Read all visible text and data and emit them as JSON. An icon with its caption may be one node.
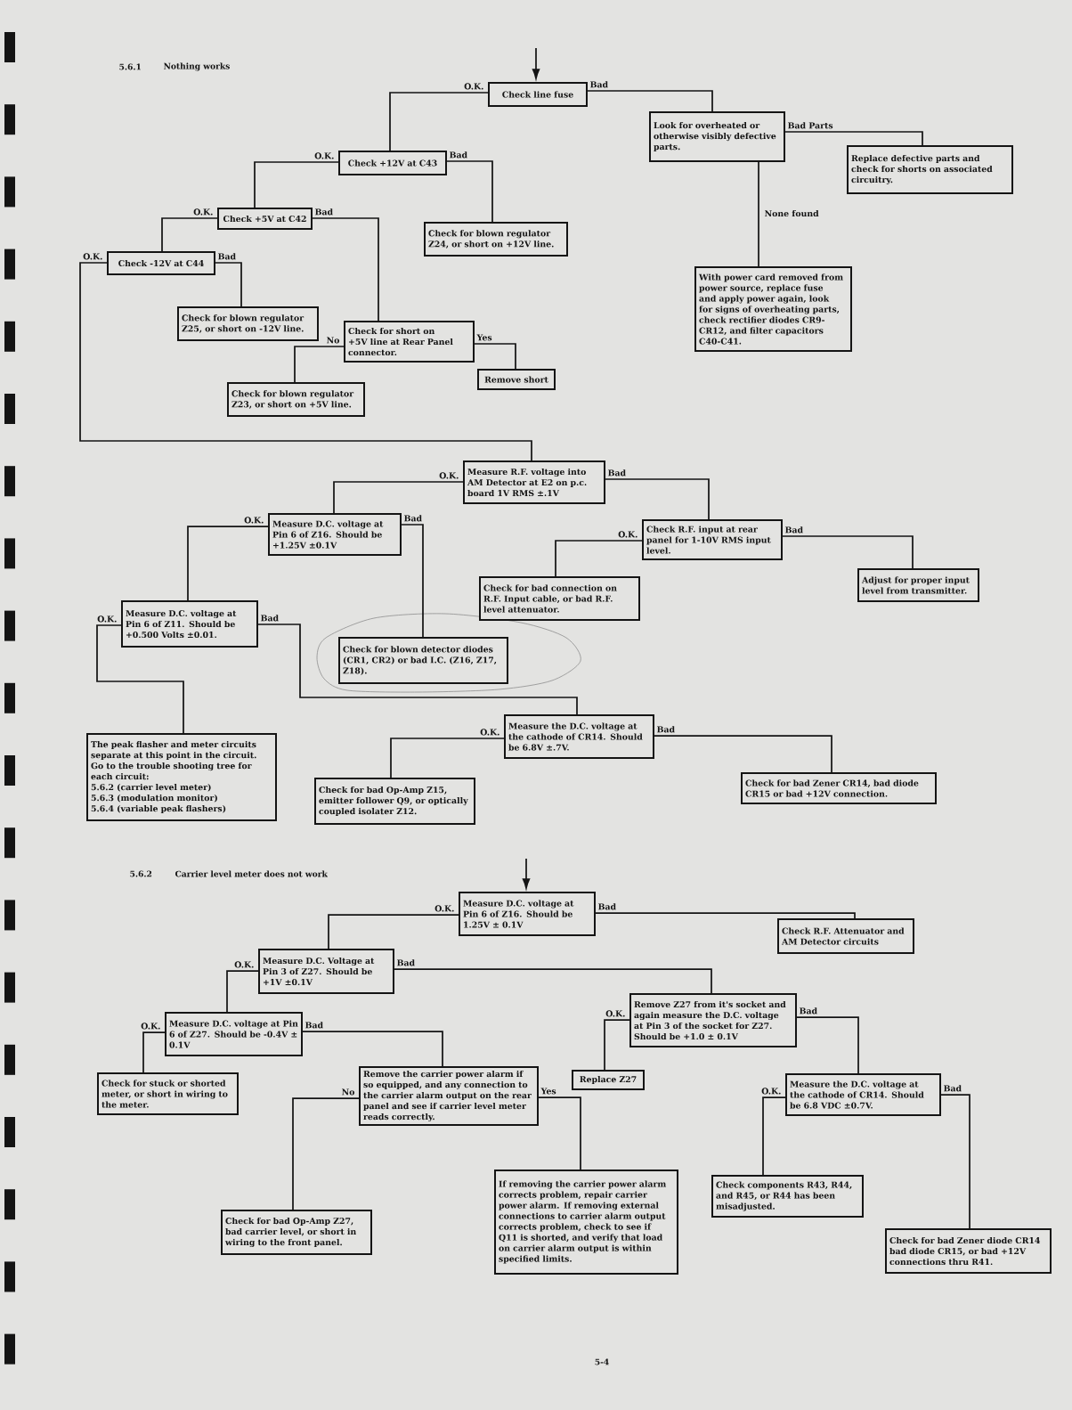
{
  "diagram": {
    "nodes": [
      {
        "text": [
          "Check line fuse"
        ]
      },
      {
        "text": [
          "Check +12V at C43"
        ]
      },
      {
        "text": [
          "Check +5V at C42"
        ]
      },
      {
        "text": [
          "Check -12V at C44"
        ]
      },
      {
        "text": [
          "Check for blown regulator Z25, or short on -12V line."
        ]
      },
      {
        "text": [
          "Check for short on +5V line at Rear Panel connector."
        ]
      },
      {
        "text": [
          "Check for blown regulator Z23, or short on +5V line."
        ]
      },
      {
        "text": [
          "Remove short"
        ]
      },
      {
        "text": [
          "Check for blown regulator Z24, or short on +12V line."
        ]
      },
      {
        "text": [
          "Look for overheated or otherwise visibly defective parts."
        ]
      },
      {
        "text": [
          "Replace defective parts and check for shorts on associated circuitry."
        ]
      },
      {
        "text": [
          "With power card removed from power source, replace fuse and apply power again, look for signs of overheating parts, check rectifier diodes CR9-CR12, and filter capacitors C40-C41."
        ]
      },
      {
        "text": [
          "Measure R.F. voltage into AM Detector at E2 on p.c. board 1V RMS ±.1V"
        ]
      },
      {
        "text": [
          "Measure D.C. voltage at Pin 6 of Z16. Should be +1.25V ±0.1V"
        ]
      },
      {
        "text": [
          "Measure D.C. voltage at Pin 6 of Z11. Should be +0.500 Volts ±0.01."
        ]
      },
      {
        "text": [
          "Check for blown detector diodes (CR1, CR2) or bad I.C. (Z16, Z17, Z18)."
        ]
      },
      {
        "text": [
          "The peak flasher and meter circuits separate at this point in the circuit. Go to the trouble shooting tree for each circuit:",
          "5.6.2 (carrier level meter)",
          "5.6.3 (modulation monitor)",
          "5.6.4 (variable peak flashers)"
        ]
      },
      {
        "text": [
          "Check R.F. input at rear panel for 1-10V RMS input level."
        ]
      },
      {
        "text": [
          "Check for bad connection on R.F. Input cable, or bad R.F. level attenuator."
        ]
      },
      {
        "text": [
          "Adjust for proper input level from transmitter."
        ]
      },
      {
        "text": [
          "Measure the D.C. voltage at the cathode of CR14. Should be 6.8V ±.7V."
        ]
      },
      {
        "text": [
          "Check for bad Op-Amp Z15, emitter follower Q9, or optically coupled isolater Z12."
        ]
      },
      {
        "text": [
          "Check for bad Zener CR14, bad diode CR15 or bad +12V connection."
        ]
      },
      {
        "text": [
          "Measure D.C. voltage at Pin 6 of Z16. Should be 1.25V ± 0.1V"
        ]
      },
      {
        "text": [
          "Check R.F. Attenuator and AM Detector circuits"
        ]
      },
      {
        "text": [
          "Measure D.C. Voltage at Pin 3 of Z27. Should be +1V ±0.1V"
        ]
      },
      {
        "text": [
          "Measure D.C. voltage at Pin 6 of Z27. Should be -0.4V ± 0.1V"
        ]
      },
      {
        "text": [
          "Check for stuck or shorted meter, or short in wiring to the meter."
        ]
      },
      {
        "text": [
          "Remove the carrier power alarm if so equipped, and any connection to the carrier alarm output on the rear panel and see if carrier level meter reads correctly."
        ]
      },
      {
        "text": [
          "Check for bad Op-Amp Z27, bad carrier level, or short in wiring to the front panel."
        ]
      },
      {
        "text": [
          "If removing the carrier power alarm corrects problem, repair carrier power alarm. If removing external connections to carrier alarm output corrects problem, check to see if Q11 is shorted, and verify that load on carrier alarm output is within specified limits."
        ]
      },
      {
        "text": [
          "Remove Z27 from it's socket and again measure the D.C. voltage at Pin 3 of the socket for Z27. Should be +1.0 ± 0.1V"
        ]
      },
      {
        "text": [
          "Replace Z27"
        ]
      },
      {
        "text": [
          "Measure the D.C. voltage at the cathode of CR14. Should be 6.8 VDC ±0.7V."
        ]
      },
      {
        "text": [
          "Check components R43, R44, and R45, or R44 has been misadjusted."
        ]
      },
      {
        "text": [
          "Check for bad Zener diode CR14 bad diode CR15, or bad +12V connections thru R41."
        ]
      }
    ],
    "edges": [
      {
        "from": null,
        "to": 0,
        "arrow": "to"
      },
      {
        "from": 0,
        "to": 1,
        "arrow": "none",
        "label": "O.K."
      },
      {
        "from": 0,
        "to": 9,
        "arrow": "none",
        "label": "Bad"
      },
      {
        "from": 1,
        "to": 2,
        "arrow": "none",
        "label": "O.K."
      },
      {
        "from": 1,
        "to": 8,
        "arrow": "none",
        "label": "Bad"
      },
      {
        "from": 2,
        "to": 3,
        "arrow": "none",
        "label": "O.K."
      },
      {
        "from": 2,
        "to": 5,
        "arrow": "none",
        "label": "Bad"
      },
      {
        "from": 3,
        "to": 12,
        "arrow": "none",
        "label": "O.K."
      },
      {
        "from": 3,
        "to": 4,
        "arrow": "none",
        "label": "Bad"
      },
      {
        "from": 5,
        "to": 6,
        "arrow": "none",
        "label": "No"
      },
      {
        "from": 5,
        "to": 7,
        "arrow": "none",
        "label": "Yes"
      },
      {
        "from": 9,
        "to": 10,
        "arrow": "none",
        "label": "Bad Parts"
      },
      {
        "from": 9,
        "to": 11,
        "arrow": "none",
        "label": "None found"
      },
      {
        "from": 12,
        "to": 13,
        "arrow": "none",
        "label": "O.K."
      },
      {
        "from": 12,
        "to": 17,
        "arrow": "none",
        "label": "Bad"
      },
      {
        "from": 13,
        "to": 14,
        "arrow": "none",
        "label": "O.K."
      },
      {
        "from": 13,
        "to": 15,
        "arrow": "none",
        "label": "Bad"
      },
      {
        "from": 14,
        "to": 16,
        "arrow": "none",
        "label": "O.K."
      },
      {
        "from": 14,
        "to": 20,
        "arrow": "none",
        "label": "Bad"
      },
      {
        "from": 17,
        "to": 18,
        "arrow": "none",
        "label": "O.K."
      },
      {
        "from": 17,
        "to": 19,
        "arrow": "none",
        "label": "Bad"
      },
      {
        "from": 20,
        "to": 21,
        "arrow": "none",
        "label": "O.K."
      },
      {
        "from": 20,
        "to": 22,
        "arrow": "none",
        "label": "Bad"
      },
      {
        "from": null,
        "to": 23,
        "arrow": "to"
      },
      {
        "from": 23,
        "to": 25,
        "arrow": "none",
        "label": "O.K."
      },
      {
        "from": 23,
        "to": 24,
        "arrow": "none",
        "label": "Bad"
      },
      {
        "from": 25,
        "to": 26,
        "arrow": "none",
        "label": "O.K."
      },
      {
        "from": 25,
        "to": 31,
        "arrow": "none",
        "label": "Bad"
      },
      {
        "from": 26,
        "to": 27,
        "arrow": "none",
        "label": "O.K."
      },
      {
        "from": 26,
        "to": 28,
        "arrow": "none",
        "label": "Bad"
      },
      {
        "from": 28,
        "to": 29,
        "arrow": "none",
        "label": "No"
      },
      {
        "from": 28,
        "to": 30,
        "arrow": "none",
        "label": "Yes"
      },
      {
        "from": 31,
        "to": 32,
        "arrow": "none",
        "label": "O.K."
      },
      {
        "from": 31,
        "to": 33,
        "arrow": "none",
        "label": "Bad"
      },
      {
        "from": 33,
        "to": 34,
        "arrow": "none",
        "label": "O.K."
      },
      {
        "from": 33,
        "to": 35,
        "arrow": "none",
        "label": "Bad"
      }
    ],
    "labels": [
      "5.6.1",
      "Nothing works",
      "5.6.2",
      "Carrier level meter does not work",
      "5-4"
    ]
  }
}
